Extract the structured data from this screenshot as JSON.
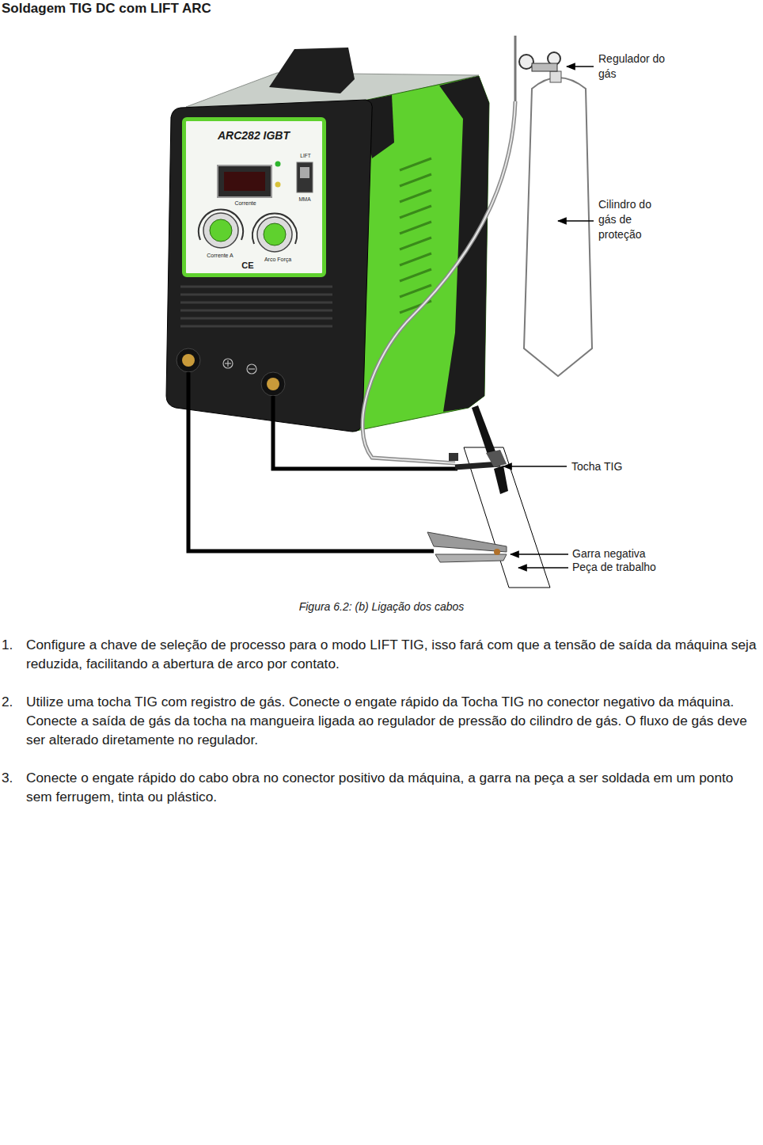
{
  "diagram": {
    "title": "Soldagem TIG DC com LIFT ARC",
    "caption": "Figura 6.2: (b) Ligação dos cabos",
    "nodes": [
      {
        "text": [
          "ARC282 IGBT",
          "Corrente",
          "Corrente A",
          "Arco Força",
          "LIFT",
          "MMA",
          "CE"
        ]
      }
    ],
    "labels": [
      "Regulador do gás",
      "Cilindro do gás de proteção",
      "Tocha TIG",
      "Garra negativa",
      "Peça de trabalho",
      "1.",
      "Configure a chave de seleção de processo para o modo LIFT TIG, isso fará com que a tensão de saída da máquina seja reduzida, facilitando a abertura de arco por contato.",
      "2.",
      "Utilize uma tocha TIG com registro de gás. Conecte o engate rápido da Tocha TIG no conector negativo da máquina. Conecte a saída de gás da tocha na mangueira ligada ao regulador de pressão do cilindro de gás. O fluxo de gás deve ser alterado diretamente no regulador.",
      "3.",
      "Conecte o engate rápido do cabo obra no conector positivo da máquina, a garra na peça a ser soldada em um ponto sem ferrugem, tinta ou plástico."
    ]
  }
}
